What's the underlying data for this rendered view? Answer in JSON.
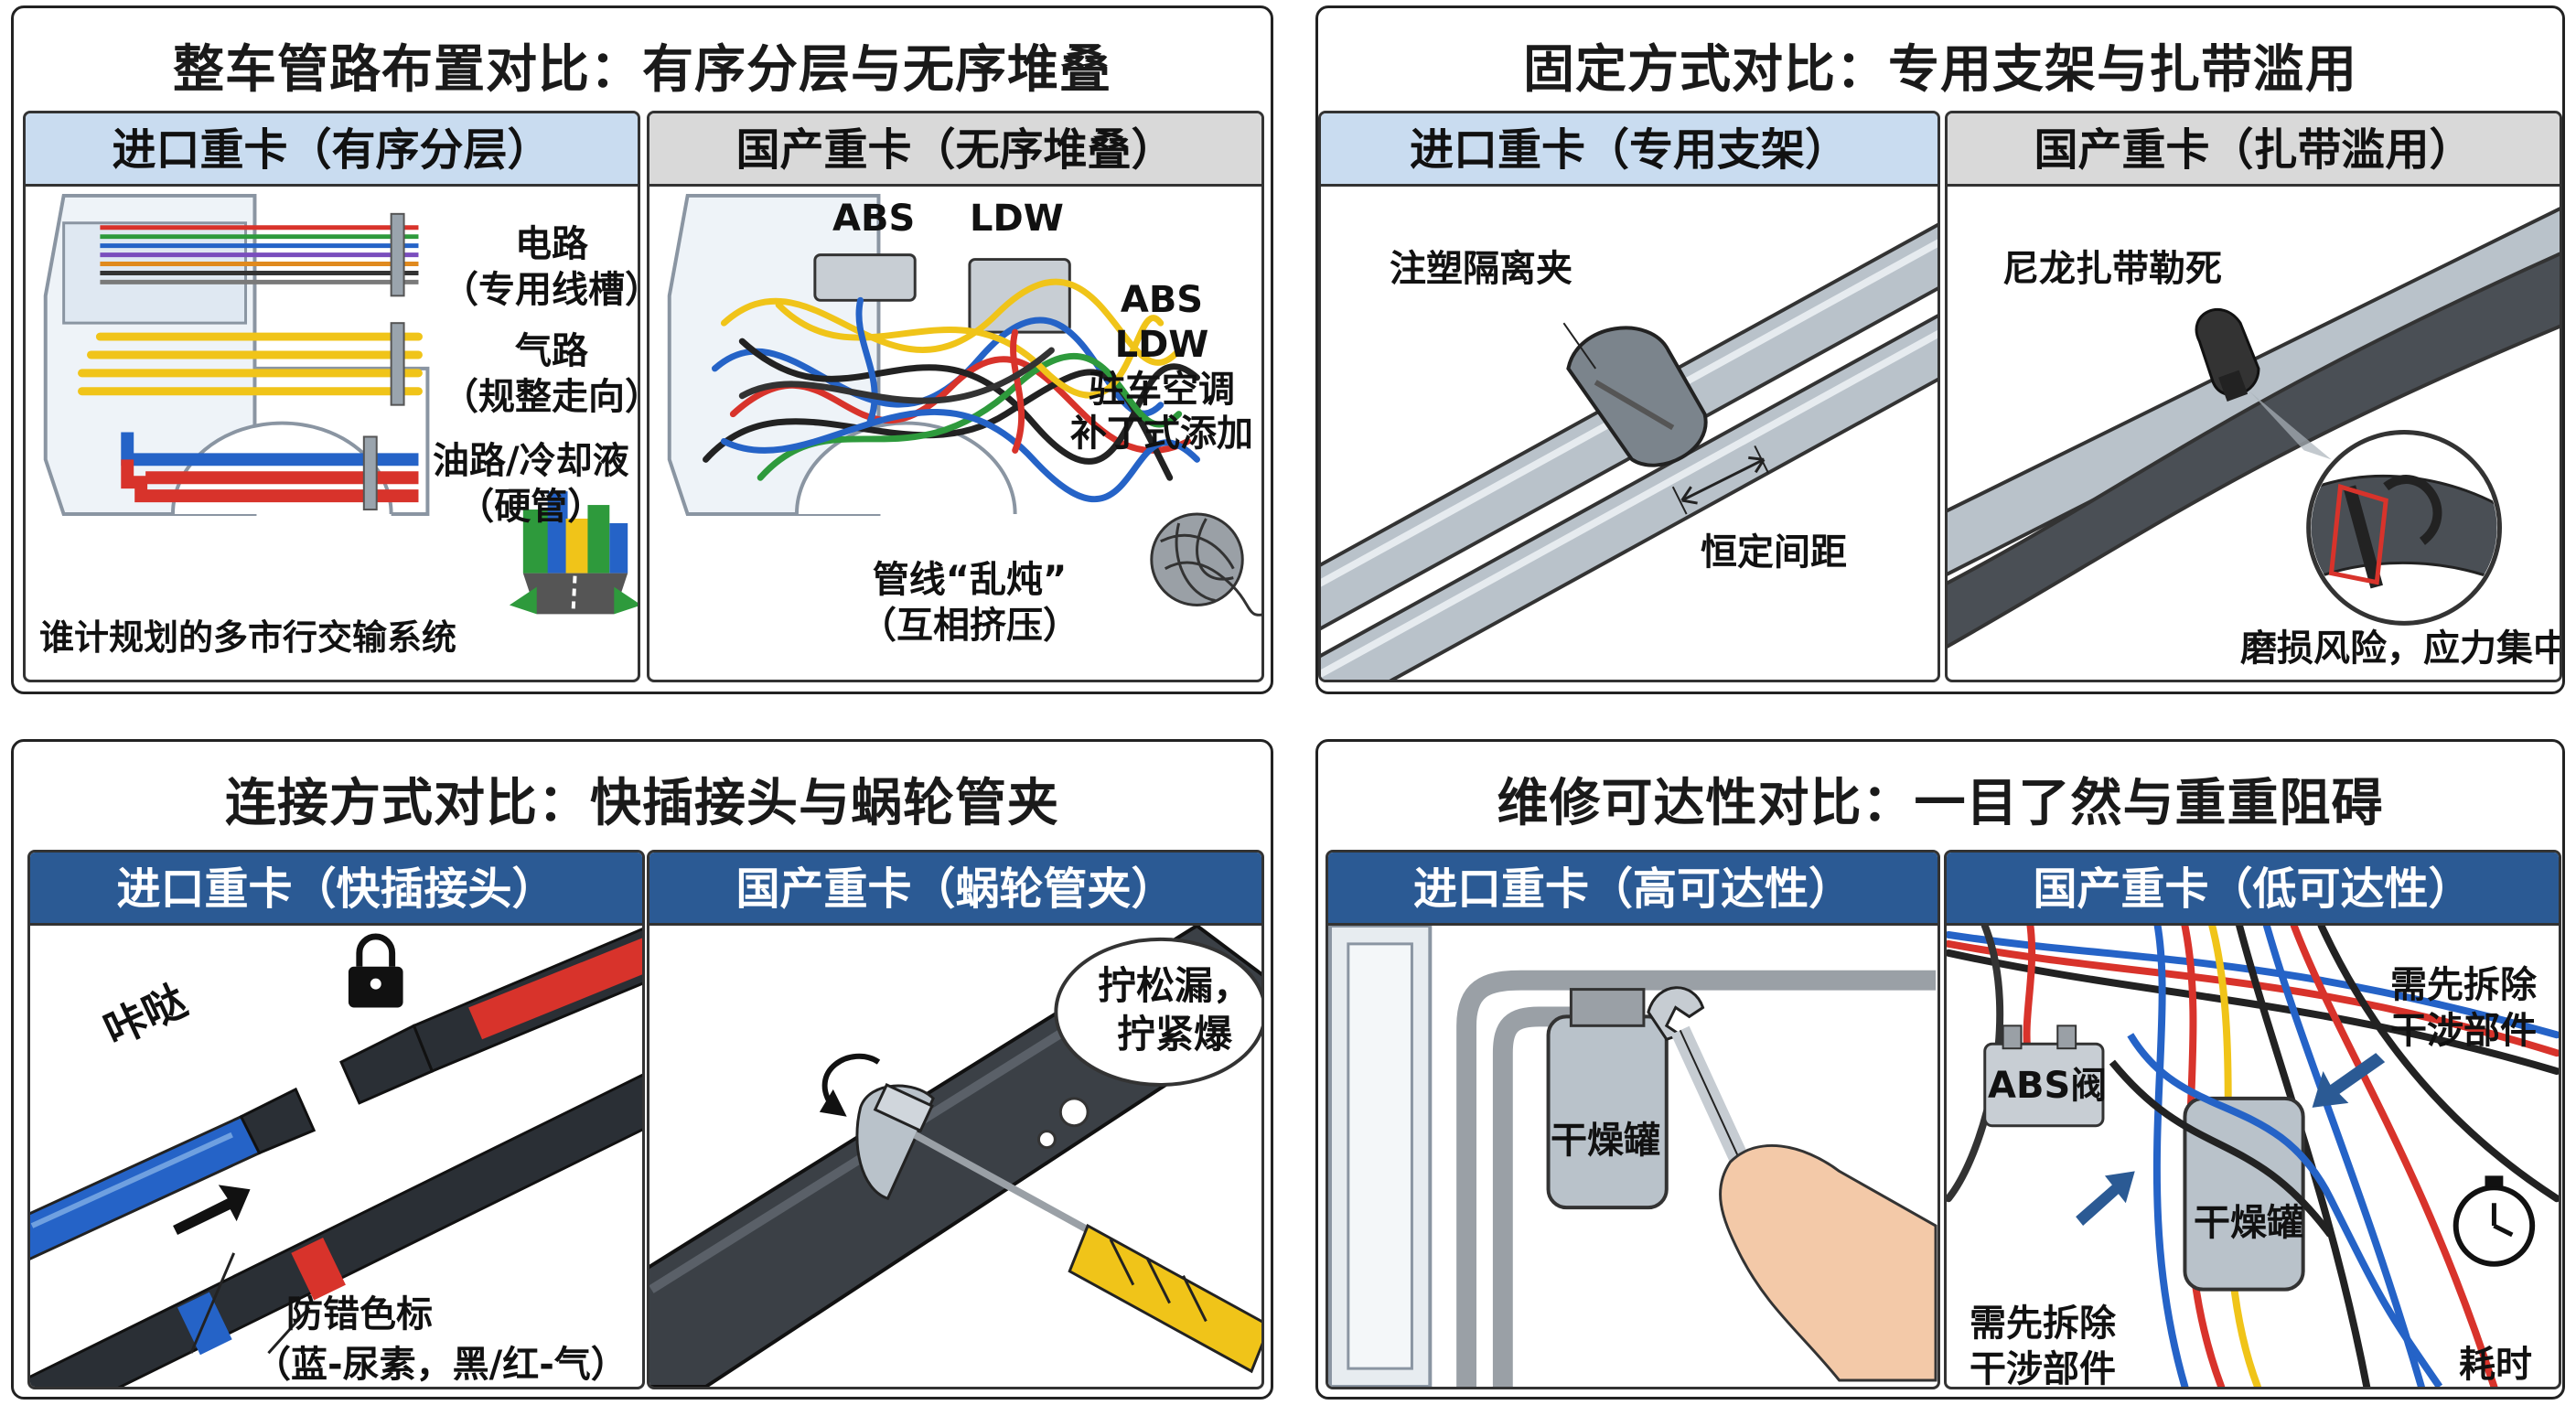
{
  "q1": {
    "title": "整车管路布置对比：有序分层与无序堆叠",
    "left": {
      "header": "进口重卡（有序分层）",
      "circuit": [
        "电路",
        "（专用线槽）"
      ],
      "air": [
        "气路",
        "（规整走向）"
      ],
      "oil": [
        "油路/冷却液",
        "（硬管）"
      ],
      "caption": "谁计规划的多市行交输系统"
    },
    "right": {
      "header": "国产重卡（无序堆叠）",
      "abs": "ABS",
      "ldw": "LDW",
      "list": [
        "ABS",
        "LDW",
        "驻车空调",
        "补丁式添加"
      ],
      "caption": [
        "管线“乱炖”",
        "（互相挤压）"
      ]
    }
  },
  "q2": {
    "title": "固定方式对比：专用支架与扎带滥用",
    "left": {
      "header": "进口重卡（专用支架）",
      "clip": "注塑隔离夹",
      "spacing": "恒定间距"
    },
    "right": {
      "header": "国产重卡（扎带滥用）",
      "tie": "尼龙扎带勒死",
      "risk": "磨损风险，应力集中"
    }
  },
  "q3": {
    "title": "连接方式对比：快插接头与蜗轮管夹",
    "left": {
      "header": "进口重卡（快插接头）",
      "click": "咔哒",
      "color": [
        "防错色标",
        "（蓝-尿素，黑/红-气）"
      ]
    },
    "right": {
      "header": "国产重卡（蜗轮管夹）",
      "bubble": [
        "拧松漏，",
        "拧紧爆"
      ]
    }
  },
  "q4": {
    "title": "维修可达性对比：一目了然与重重阻碍",
    "left": {
      "header": "进口重卡（高可达性）",
      "dryer": "干燥罐"
    },
    "right": {
      "header": "国产重卡（低可达性）",
      "remove1": [
        "需先拆除",
        "干涉部件"
      ],
      "abs": "ABS阀",
      "dryer": "干燥罐",
      "remove2": [
        "需先拆除",
        "干涉部件"
      ],
      "time": "耗时"
    }
  },
  "colors": {
    "lightBlue": "#c9dcf0",
    "gray": "#d9d9d9",
    "darkBlue": "#2b5a94",
    "red": "#d8332b",
    "blue": "#2563c7",
    "yellow": "#f0c419",
    "green": "#2e9a3c"
  },
  "icons": [
    "city-icon",
    "yarn-ball-icon",
    "lock-icon",
    "stopwatch-icon",
    "wrench-icon",
    "screwdriver-icon",
    "arrow-icon"
  ]
}
